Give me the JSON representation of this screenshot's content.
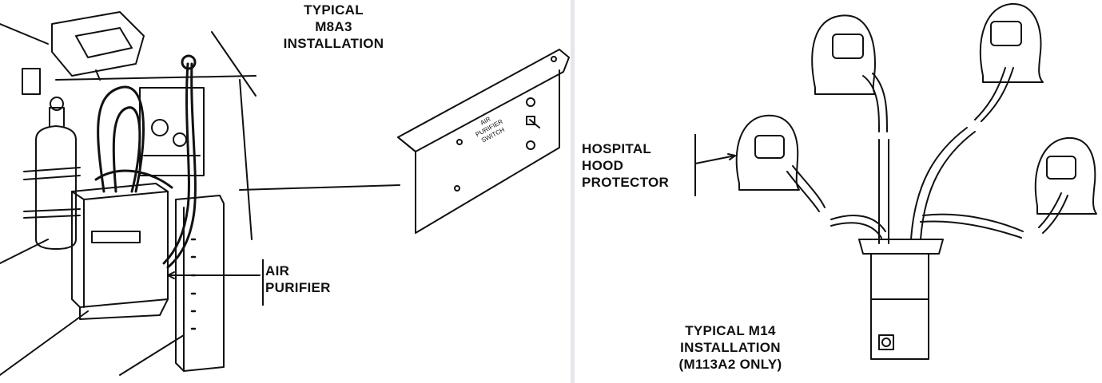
{
  "left_panel": {
    "title_lines": [
      "TYPICAL",
      "M8A3",
      "INSTALLATION"
    ],
    "air_purifier_lines": [
      "AIR",
      "PURIFIER"
    ],
    "switch_plate_lines": [
      "AIR",
      "PURIFIER",
      "SWITCH"
    ]
  },
  "right_panel": {
    "hood_label_lines": [
      "HOSPITAL",
      "HOOD",
      "PROTECTOR"
    ],
    "title_lines": [
      "TYPICAL M14",
      "INSTALLATION",
      "(M113A2 ONLY)"
    ]
  },
  "colors": {
    "ink": "#111111",
    "divider": "#e6e6ea",
    "background": "#ffffff"
  }
}
